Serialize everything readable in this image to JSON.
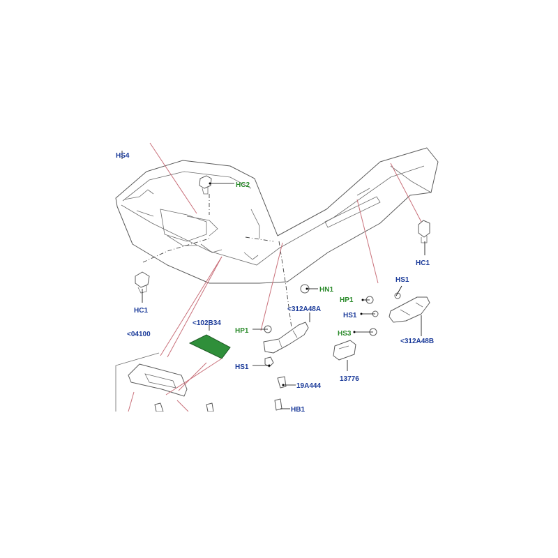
{
  "colors": {
    "part_number_label": "#1a3a99",
    "fixing_label": "#2a8a2a",
    "highlight_part_fill": "#2f8f3a",
    "callout_line": "#c9707a",
    "drawing_line": "#5a5a5a"
  },
  "labels": {
    "hs4": "HS4",
    "hc2": "HC2",
    "hc1_right": "HC1",
    "hc1_left": "HC1",
    "hn1": "HN1",
    "hs1_top": "HS1",
    "hp1_right": "HP1",
    "hs1_mid": "HS1",
    "hs3": "HS3",
    "p312a48a": "<312A48A",
    "p312a48b": "<312A48B",
    "hp1_left": "HP1",
    "hs1_left": "HS1",
    "p102b34": "<102B34",
    "p04100": "<04100",
    "p13776": "13776",
    "p19a444": "19A444",
    "hb1": "HB1"
  }
}
